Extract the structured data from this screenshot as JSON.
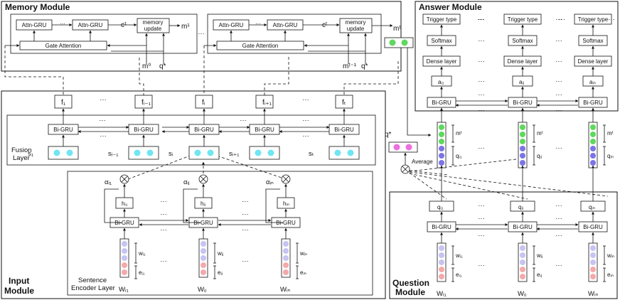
{
  "modules": {
    "memory": "Memory Module",
    "answer": "Answer Module",
    "input_line1": "Input",
    "input_line2": "Module",
    "question_line1": "Question",
    "question_line2": "Module"
  },
  "layers": {
    "fusion_line1": "Fusion",
    "fusion_line2": "Layer",
    "sentence_encoder_line1": "Sentence",
    "sentence_encoder_line2": "Encoder Layer"
  },
  "blocks": {
    "attn_gru": "Attn-GRU",
    "memory_update_line1": "memory",
    "memory_update_line2": "update",
    "gate_attention": "Gate Attention",
    "bi_gru": "Bi-GRU",
    "trigger_type": "Trigger type",
    "softmax": "Softmax",
    "dense_layer": "Dense layer",
    "average": "Average"
  },
  "symbols": {
    "dots": "···",
    "c1": "c¹",
    "m1": "m¹",
    "ct": "cᵗ",
    "mt": "mᵗ",
    "m0": "m⁰",
    "mt_1": "mᵗ⁻¹",
    "qstar": "q*",
    "f1": "f₁",
    "fi_1": "fᵢ₋₁",
    "fi": "fᵢ",
    "fi1": "fᵢ₊₁",
    "ft": "fₜ",
    "s1": "s₁",
    "si_1": "sᵢ₋₁",
    "si": "sᵢ",
    "si1": "sᵢ₊₁",
    "st": "sₜ",
    "ai1": "αᵢ₁",
    "aij": "αᵢⱼ",
    "ain": "αᵢₙ",
    "hi1": "hᵢ₁",
    "hij": "hᵢⱼ",
    "hin": "hᵢₙ",
    "wi1": "wᵢ₁",
    "wij": "wᵢⱼ",
    "win": "wᵢₙ",
    "ei1": "eᵢ₁",
    "eij": "eᵢⱼ",
    "ein": "eᵢₙ",
    "Wi1": "Wᵢ₁",
    "Wij": "Wᵢⱼ",
    "Win": "Wᵢₙ",
    "qi1": "qᵢ₁",
    "qij": "qᵢⱼ",
    "qin": "qᵢₙ",
    "a_i1": "aᵢ₁",
    "a_ij": "aᵢⱼ",
    "a_in": "aᵢₙ"
  },
  "colors": {
    "memory_green": "#5ed85e",
    "qstar_magenta": "#ee6ee0",
    "fusion_cyan": "#6fe6f2",
    "word_lavender": "#c7c3f2",
    "word_pink": "#f4a9ab",
    "question_blue": "#7b74e6"
  }
}
